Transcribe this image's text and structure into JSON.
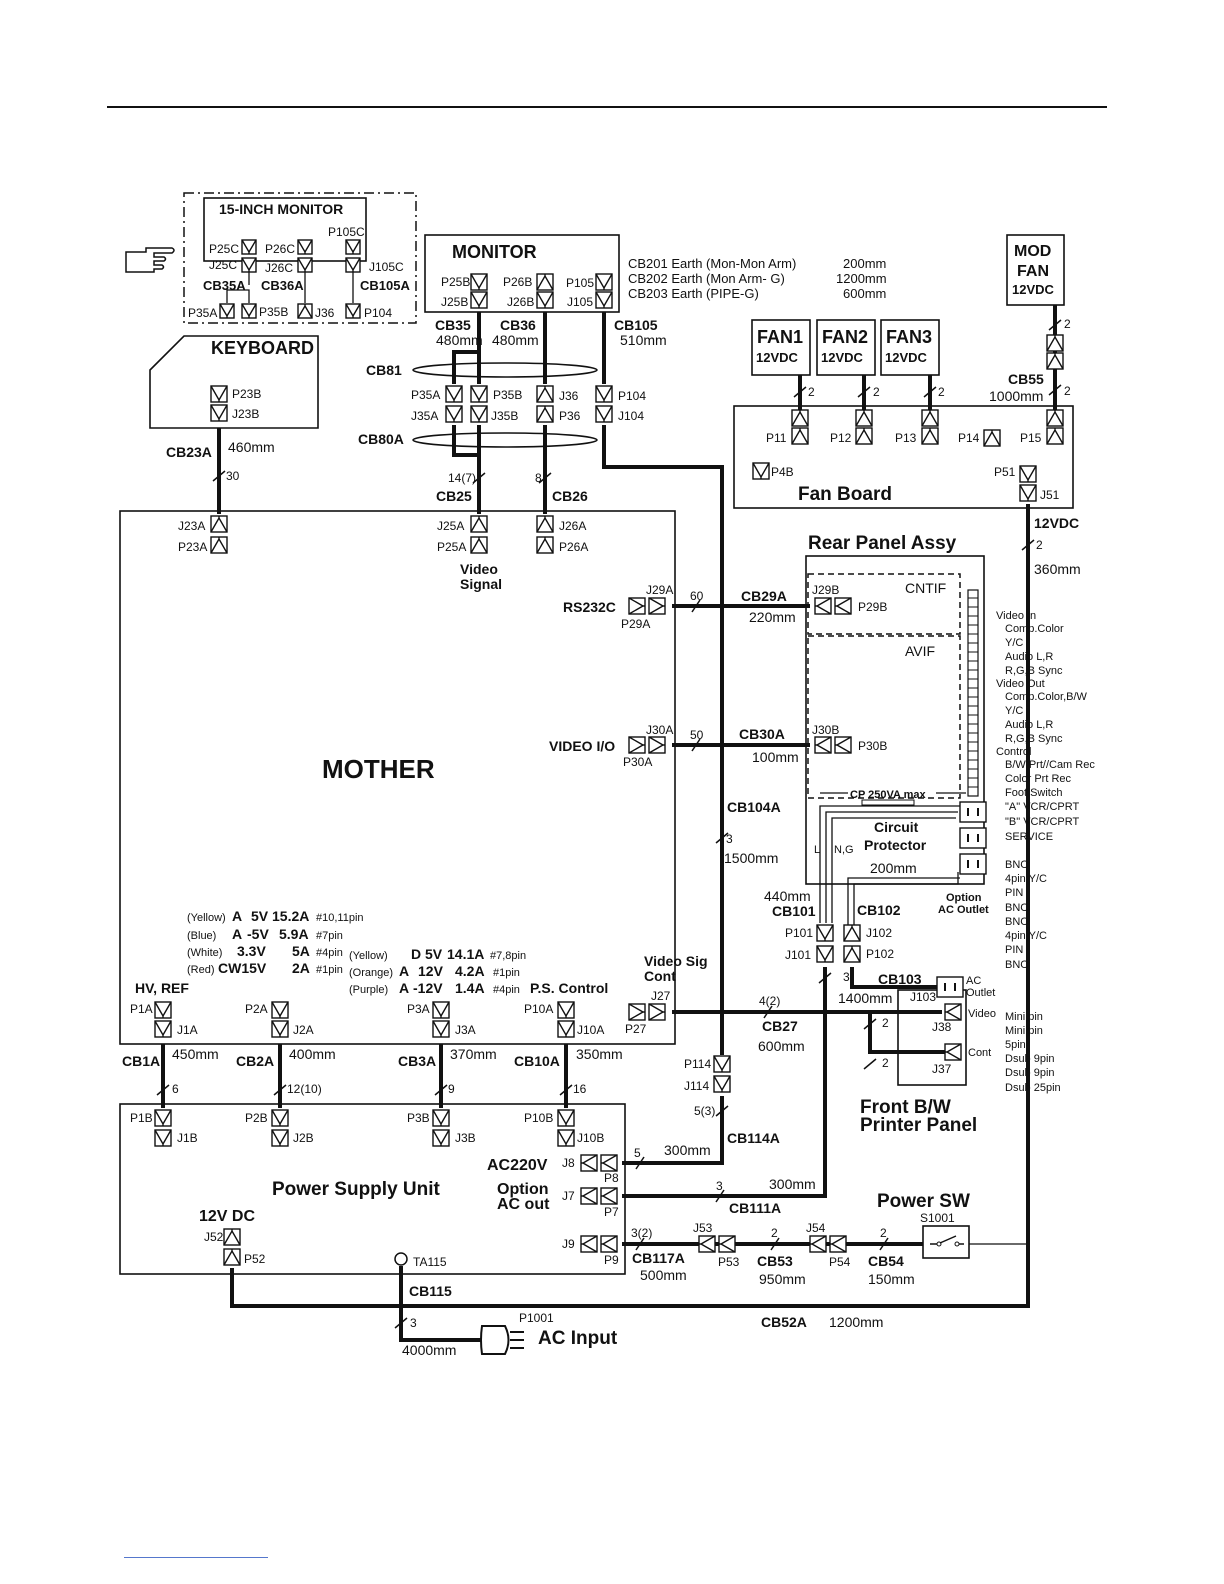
{
  "labels": {
    "monitor15": "15-INCH MONITOR",
    "monitor": "MONITOR",
    "keyboard": "KEYBOARD",
    "mother": "MOTHER",
    "psu": "Power Supply Unit",
    "fan_board": "Fan Board",
    "rear_panel": "Rear Panel Assy",
    "cntif": "CNTIF",
    "avif": "AVIF",
    "cp_max": "CP 250VA max",
    "circuit": "Circuit",
    "protector": "Protector",
    "option_ac": "Option",
    "ac_outlet": "AC Outlet",
    "front_bw1": "Front B/W",
    "front_bw2": "Printer Panel",
    "power_sw": "Power SW",
    "ac_input": "AC Input",
    "video_signal1": "Video",
    "video_signal2": "Signal",
    "rs232c": "RS232C",
    "video_io": "VIDEO I/O",
    "video_sig_cont1": "Video Sig",
    "video_sig_cont2": "Cont",
    "hv_ref": "HV, REF",
    "ps_control": "P.S. Control",
    "ac220v": "AC220V",
    "option_ac_out1": "Option",
    "option_ac_out2": "AC out",
    "dc12v": "12V DC",
    "dc12vdc": "12VDC",
    "ac_small": "AC",
    "outlet_small": "Outlet",
    "video_small": "Video",
    "cont_small": "Cont",
    "l": "L",
    "ng": "N,G"
  },
  "fans": [
    {
      "name": "MOD",
      "name2": "FAN",
      "volt": "12VDC"
    },
    {
      "name": "FAN1",
      "volt": "12VDC"
    },
    {
      "name": "FAN2",
      "volt": "12VDC"
    },
    {
      "name": "FAN3",
      "volt": "12VDC"
    }
  ],
  "earth_notes": [
    {
      "label": "CB201 Earth (Mon-Mon Arm)",
      "length": "200mm"
    },
    {
      "label": "CB202 Earth (Mon Arm- G)",
      "length": "1200mm"
    },
    {
      "label": "CB203 Earth (PIPE-G)",
      "length": "600mm"
    }
  ],
  "cables": {
    "cb35a": "CB35A",
    "cb36a": "CB36A",
    "cb105a": "CB105A",
    "cb35": "CB35",
    "cb35_len": "480mm",
    "cb36": "CB36",
    "cb36_len": "480mm",
    "cb105": "CB105",
    "cb105_len": "510mm",
    "cb81": "CB81",
    "cb80a": "CB80A",
    "cb23a": "CB23A",
    "cb23a_len": "460mm",
    "cb25": "CB25",
    "cb26": "CB26",
    "cb55": "CB55",
    "cb55_len": "1000mm",
    "cb29a": "CB29A",
    "cb29a_len": "220mm",
    "cb30a": "CB30A",
    "cb30a_len": "100mm",
    "cb104a": "CB104A",
    "cb104a_len": "1500mm",
    "cb101": "CB101",
    "cb101_len": "440mm",
    "cb102": "CB102",
    "cb102_len": "200mm",
    "cb103": "CB103",
    "cb103_len": "1400mm",
    "cb27": "CB27",
    "cb27_len": "600mm",
    "cb1a": "CB1A",
    "cb1a_len": "450mm",
    "cb2a": "CB2A",
    "cb2a_len": "400mm",
    "cb3a": "CB3A",
    "cb3a_len": "370mm",
    "cb10a": "CB10A",
    "cb10a_len": "350mm",
    "cb114a": "CB114A",
    "cb114a_len": "300mm",
    "cb111a": "CB111A",
    "cb111a_len": "300mm",
    "cb117a": "CB117A",
    "cb117a_len": "500mm",
    "cb53": "CB53",
    "cb53_len": "950mm",
    "cb54": "CB54",
    "cb54_len": "150mm",
    "cb115": "CB115",
    "cb115_len": "4000mm",
    "cb52a": "CB52A",
    "cb52a_len": "1200mm",
    "f12vdc": "12VDC",
    "f360": "360mm"
  },
  "connectors": {
    "p25c": "P25C",
    "j25c": "J25C",
    "p26c": "P26C",
    "j26c": "J26C",
    "p105c": "P105C",
    "j105c": "J105C",
    "p35a_top": "P35A",
    "p35b_top": "P35B",
    "j36_top": "J36",
    "p104_top": "P104",
    "p25b": "P25B",
    "j25b": "J25B",
    "p26b": "P26B",
    "j26b": "J26B",
    "p105": "P105",
    "j105": "J105",
    "p23b": "P23B",
    "j23b": "J23B",
    "p35a": "P35A",
    "j35a": "J35A",
    "p35b": "P35B",
    "j35b": "J35B",
    "j36": "J36",
    "p36": "P36",
    "p104": "P104",
    "j104": "J104",
    "j23a": "J23A",
    "p23a": "P23A",
    "j25a": "J25A",
    "p25a": "P25A",
    "j26a": "J26A",
    "p26a": "P26A",
    "p11": "P11",
    "p12": "P12",
    "p13": "P13",
    "p14": "P14",
    "p15": "P15",
    "p4b": "P4B",
    "p51": "P51",
    "j51": "J51",
    "j29a": "J29A",
    "p29a": "P29A",
    "j29b": "J29B",
    "p29b": "P29B",
    "j30a": "J30A",
    "p30a": "P30A",
    "j30b": "J30B",
    "p30b": "P30B",
    "p101": "P101",
    "j101": "J101",
    "j102": "J102",
    "p102": "P102",
    "j103": "J103",
    "j27": "J27",
    "p27": "P27",
    "j38": "J38",
    "j37": "J37",
    "p1a": "P1A",
    "j1a": "J1A",
    "p2a": "P2A",
    "j2a": "J2A",
    "p3a": "P3A",
    "j3a": "J3A",
    "p10a": "P10A",
    "j10a": "J10A",
    "p114": "P114",
    "j114": "J114",
    "p1b": "P1B",
    "j1b": "J1B",
    "p2b": "P2B",
    "j2b": "J2B",
    "p3b": "P3B",
    "j3b": "J3B",
    "p10b": "P10B",
    "j10b": "J10B",
    "j8": "J8",
    "p8": "P8",
    "j7": "J7",
    "p7": "P7",
    "j9": "J9",
    "p9": "P9",
    "j52": "J52",
    "p52": "P52",
    "ta115": "TA115",
    "j53": "J53",
    "p53": "P53",
    "j54": "J54",
    "p54": "P54",
    "s1001": "S1001",
    "p1001": "P1001"
  },
  "counts": {
    "c2_mod": "2",
    "c2_cb55": "2",
    "c2_f1": "2",
    "c2_f2": "2",
    "c2_f3": "2",
    "c2_12v": "2",
    "c30": "30",
    "c14": "14(7)",
    "c8": "8",
    "c60": "60",
    "c50": "50",
    "c3_cb104": "3",
    "c3_cb103": "3",
    "c4_cb27": "4(2)",
    "c2_j38": "2",
    "c2_j37": "2",
    "c6": "6",
    "c12": "12(10)",
    "c9": "9",
    "c16": "16",
    "c5_3": "5(3)",
    "c5": "5",
    "c3_cb111": "3",
    "c3_2": "3(2)",
    "c2_cb53": "2",
    "c2_cb54": "2",
    "c3_ac": "3"
  },
  "power_rails": [
    {
      "color": "(Yellow)",
      "id": "A",
      "volt": "5V",
      "amp": "15.2A",
      "pins": "#10,11pin"
    },
    {
      "color": "(Blue)",
      "id": "A",
      "volt": "-5V",
      "amp": "5.9A",
      "pins": "#7pin"
    },
    {
      "color": "(White)",
      "id": "",
      "volt": "3.3V",
      "amp": "5A",
      "pins": "#4pin"
    },
    {
      "color": "(Red)",
      "id": "",
      "volt": "CW15V",
      "amp": "2A",
      "pins": "#1pin"
    },
    {
      "color": "(Yellow)",
      "id": "D",
      "volt": "5V",
      "amp": "14.1A",
      "pins": "#7,8pin"
    },
    {
      "color": "(Orange)",
      "id": "A",
      "volt": "12V",
      "amp": "4.2A",
      "pins": "#1pin"
    },
    {
      "color": "(Purple)",
      "id": "A",
      "volt": "-12V",
      "amp": "1.4A",
      "pins": "#4pin"
    }
  ],
  "rear_signals": [
    "Video In",
    "Comp.Color",
    "Y/C",
    "Audio L,R",
    "R,G,B Sync",
    "Video Out",
    "Comp.Color,B/W",
    "Y/C",
    "Audio L,R",
    "R,G,B Sync",
    "Control",
    "B/W Prt//Cam Rec",
    "Color Prt Rec",
    "Foot Switch",
    "\"A\" VCR/CPRT",
    "\"B\" VCR/CPRT",
    "SERVICE"
  ],
  "rear_types": [
    "BNC",
    "4pin Y/C",
    "PIN",
    "BNC",
    "BNC",
    "4pin Y/C",
    "PIN",
    "BNC",
    "Mini pin",
    "Mini pin",
    "5pin",
    "Dsub 9pin",
    "Dsub 9pin",
    "Dsub 25pin"
  ]
}
